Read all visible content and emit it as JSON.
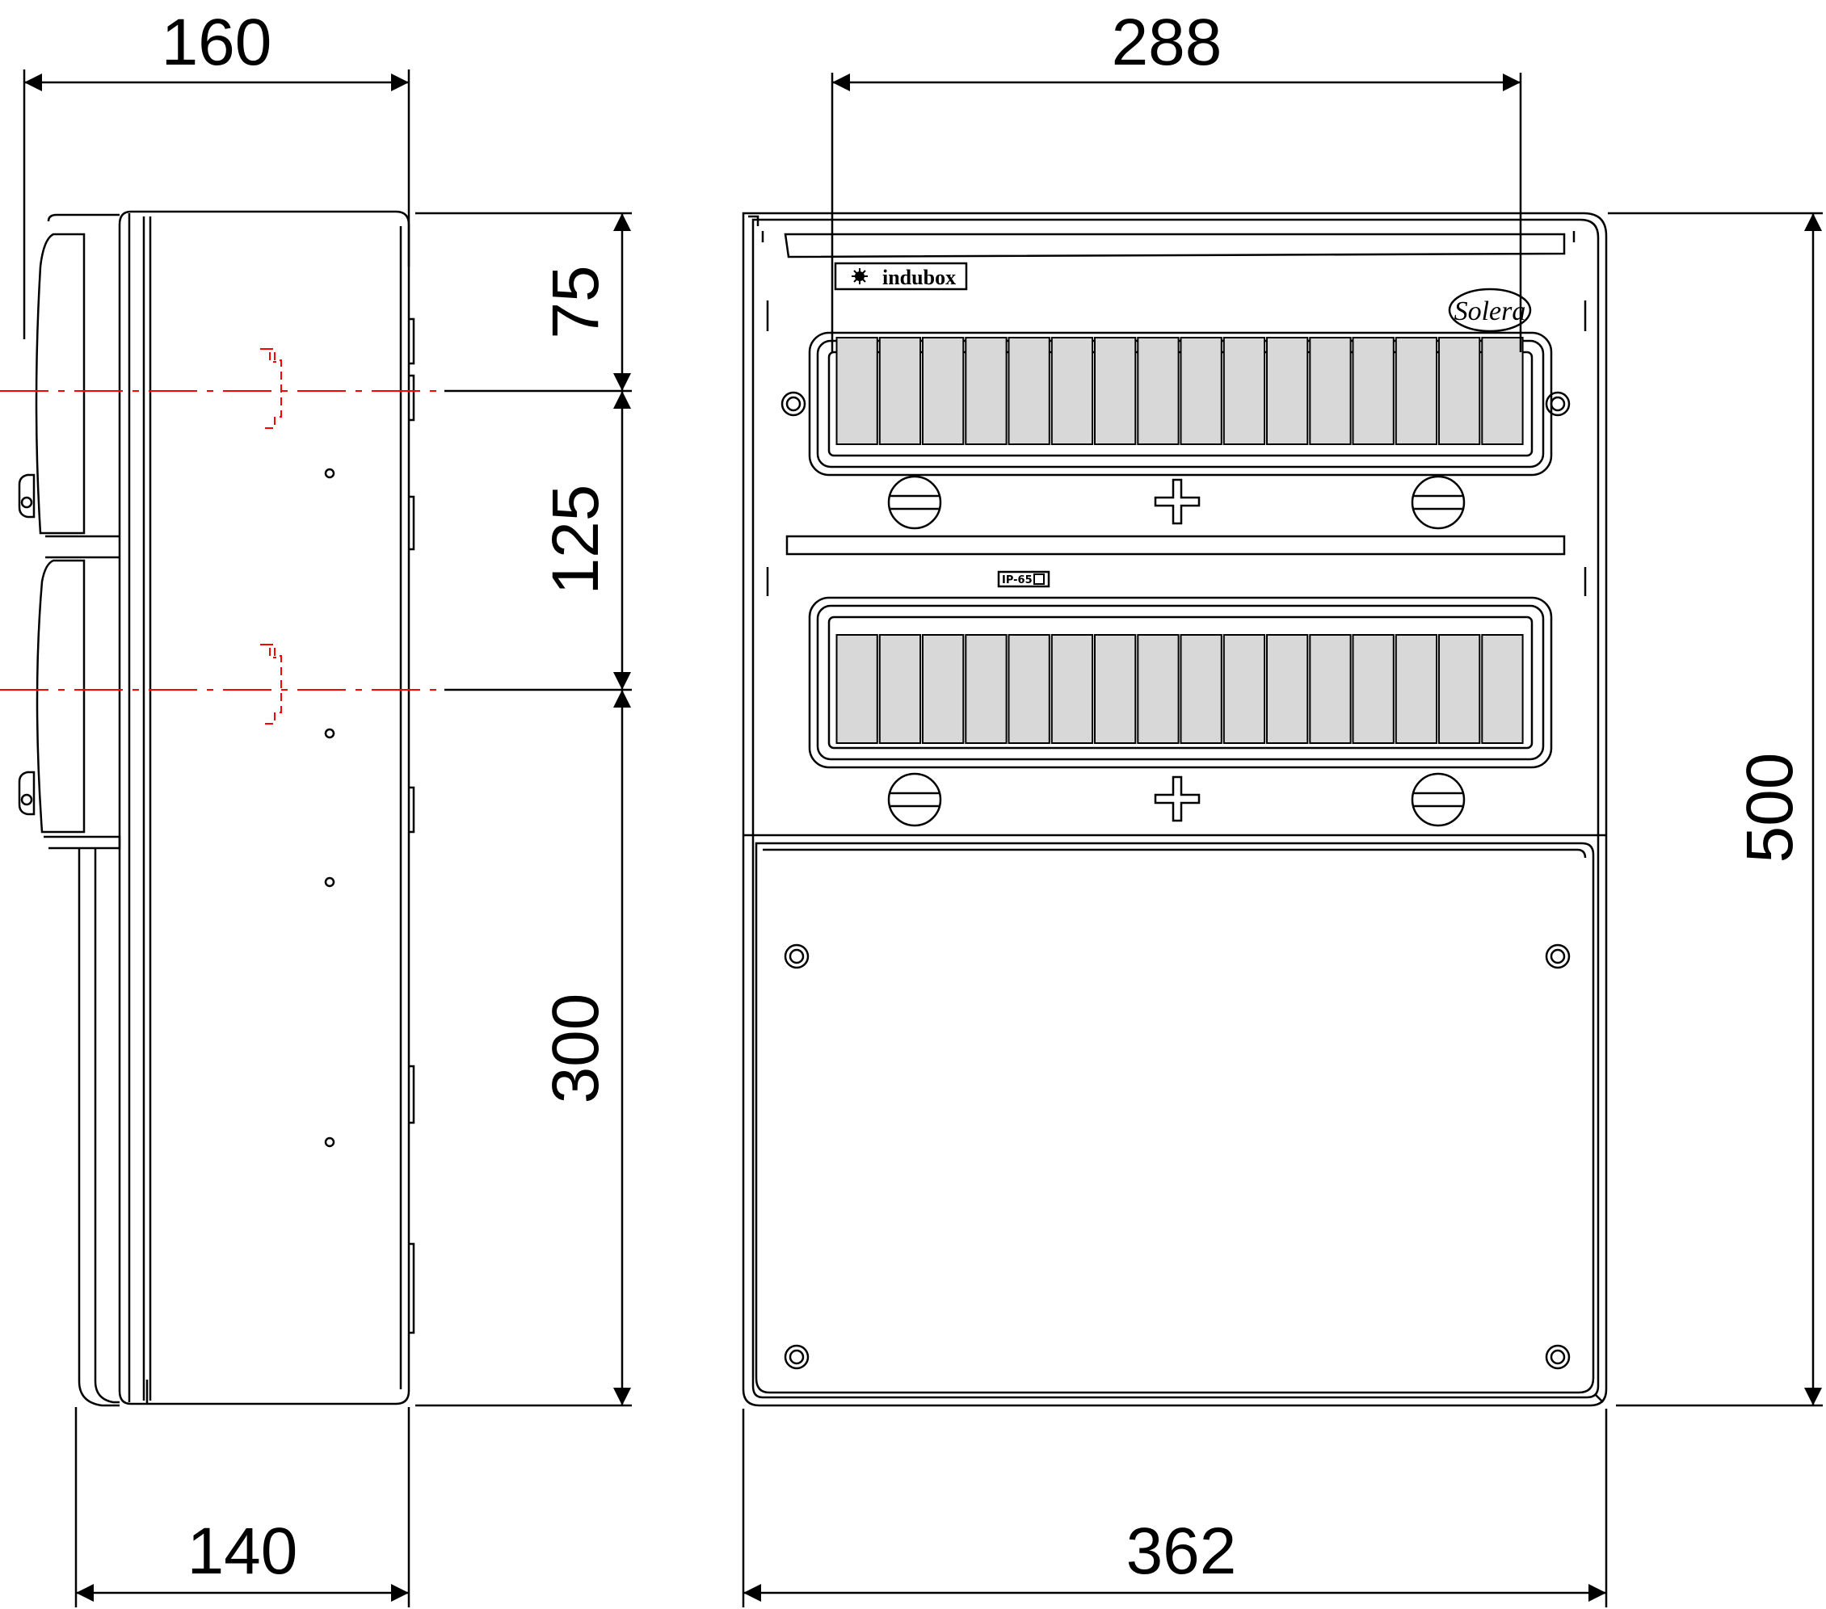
{
  "dimensions": {
    "side_top_width": "160",
    "side_bottom_width": "140",
    "front_inner_width": "288",
    "front_total_width": "362",
    "total_height": "500",
    "rail_top_offset": "75",
    "rail_spacing": "125",
    "lower_section": "300"
  },
  "labels": {
    "brand": "indubox",
    "logo": "Solera",
    "ip_rating": "IP-65"
  },
  "colors": {
    "line": "#000000",
    "module": "#d8d8d8",
    "centerline": "#ff0000"
  },
  "module_rows": [
    {
      "modules": 16
    },
    {
      "modules": 16
    }
  ]
}
